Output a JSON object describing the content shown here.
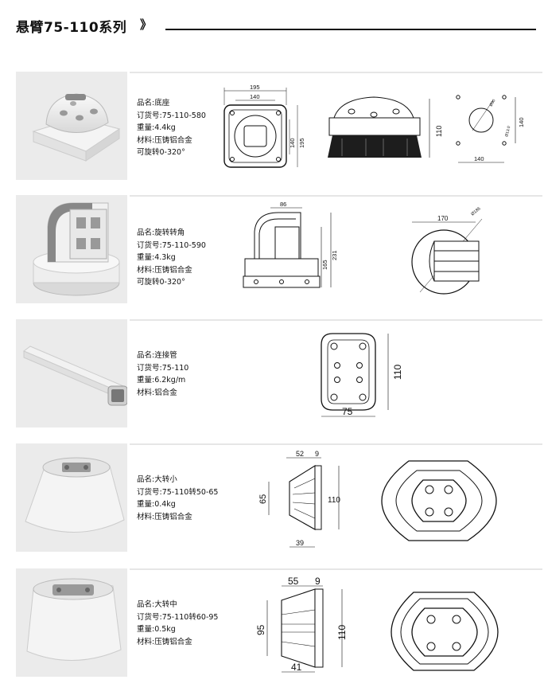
{
  "header": {
    "title": "悬臂75-110系列",
    "chevron": "》"
  },
  "products": [
    {
      "lines": [
        "品名:底座",
        "订货号:75-110-580",
        "重量:4.4kg",
        "材料:压铸铝合金",
        "可旋转0-320°"
      ],
      "dims": {
        "top_w1": "195",
        "top_w2": "140",
        "side_h1": "140",
        "side_h2": "195",
        "front_h": "110",
        "holes_w": "140",
        "d1": "Ø90",
        "d2": "Ø13.0",
        "holes_h": "140"
      }
    },
    {
      "lines": [
        "品名:旋转转角",
        "订货号:75-110-590",
        "重量:4.3kg",
        "材料:压铸铝合金",
        "可旋转0-320°"
      ],
      "dims": {
        "top_w": "86",
        "h1": "165",
        "h2": "231",
        "base_w": "170",
        "dia": "Ø186"
      }
    },
    {
      "lines": [
        "品名:连接管",
        "订货号:75-110",
        "重量:6.2kg/m",
        "材料:铝合金"
      ],
      "dims": {
        "h": "110",
        "w": "75"
      }
    },
    {
      "lines": [
        "品名:大转小",
        "订货号:75-110转50-65",
        "重量:0.4kg",
        "材料:压铸铝合金"
      ],
      "dims": {
        "w1": "52",
        "w2": "9",
        "h_small": "65",
        "h_big": "110",
        "bottom_w": "39"
      }
    },
    {
      "lines": [
        "品名:大转中",
        "订货号:75-110转60-95",
        "重量:0.5kg",
        "材料:压铸铝合金"
      ],
      "dims": {
        "w1": "55",
        "w2": "9",
        "h_small": "95",
        "h_big": "110",
        "bottom_w": "41"
      }
    }
  ]
}
